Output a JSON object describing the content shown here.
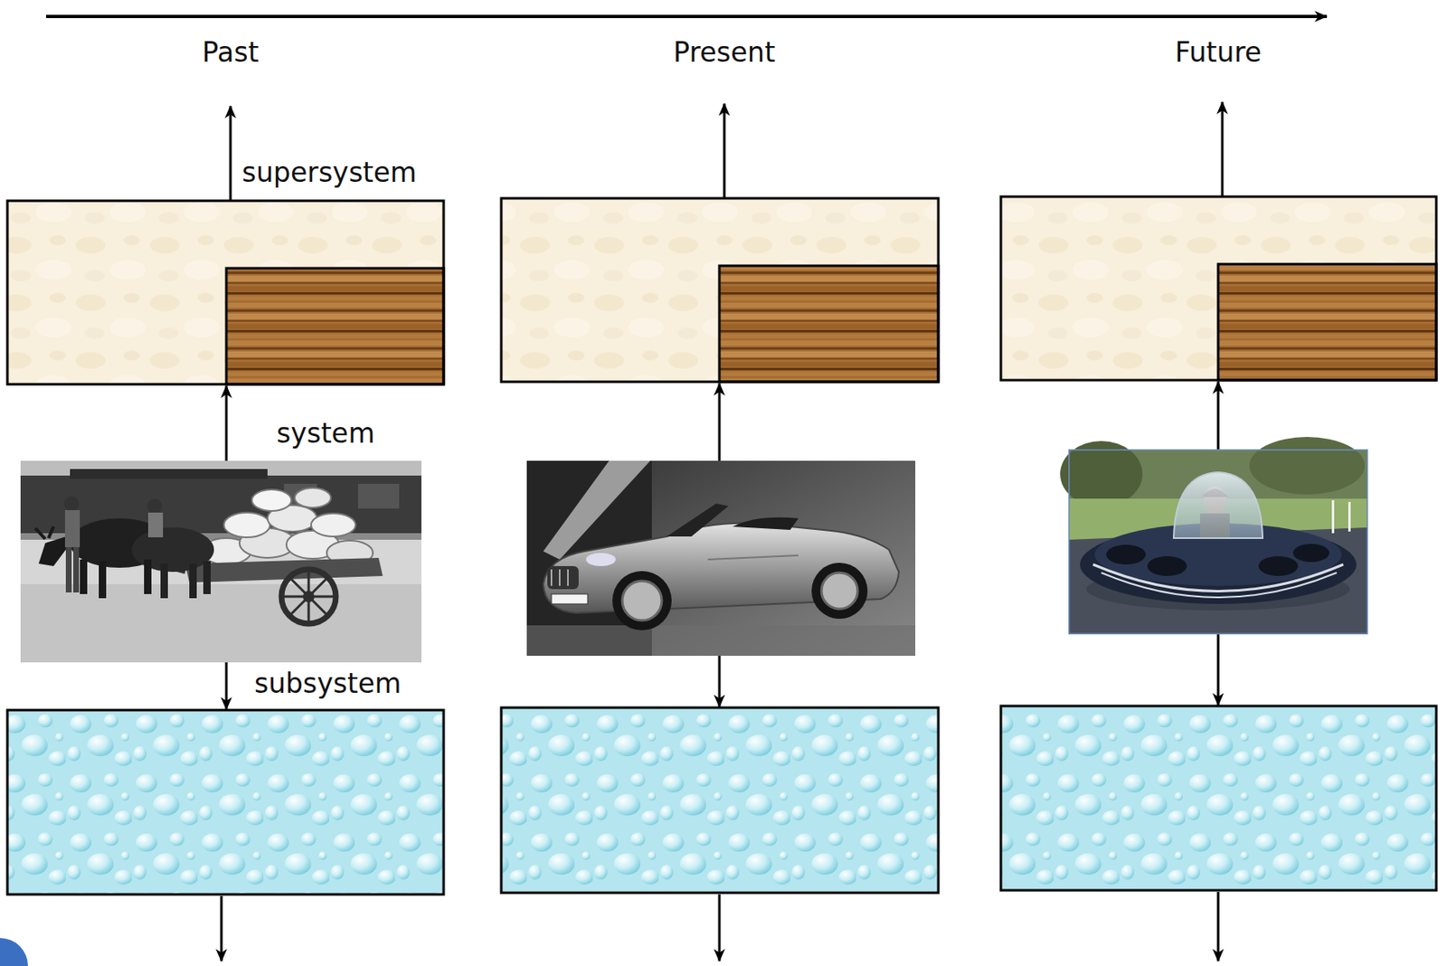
{
  "diagram": {
    "labels": [
      "Past",
      "Present",
      "Future",
      "supersystem",
      "system",
      "subsystem"
    ]
  }
}
